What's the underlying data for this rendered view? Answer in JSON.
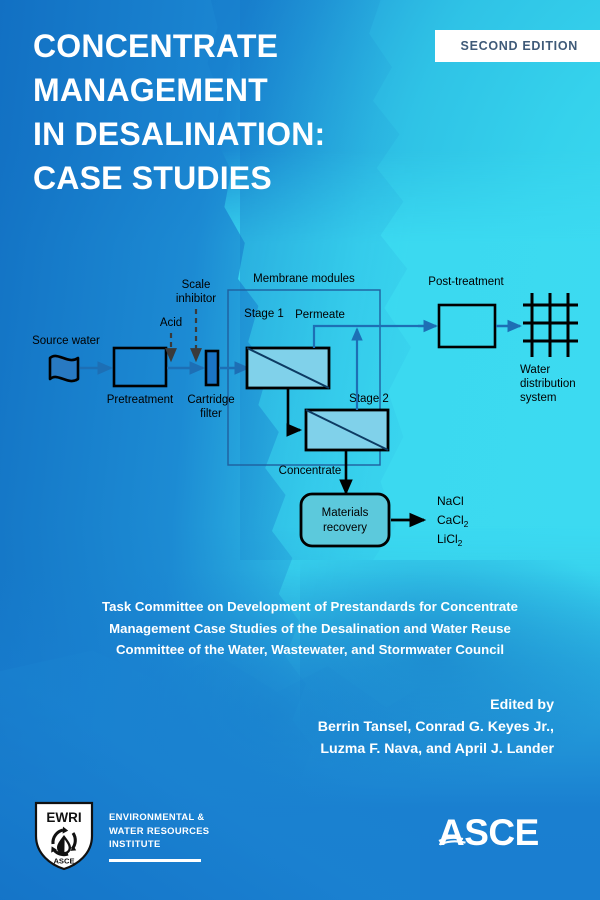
{
  "cover": {
    "edition_badge": "SECOND EDITION",
    "title_lines": [
      "CONCENTRATE",
      "MANAGEMENT",
      "IN DESALINATION:",
      "CASE STUDIES"
    ],
    "committee_lines": [
      "Task Committee on Development of Prestandards for Concentrate",
      "Management Case Studies of the Desalination and Water Reuse",
      "Committee of the Water, Wastewater, and Stormwater Council"
    ],
    "edited_by_label": "Edited by",
    "editor_lines": [
      "Berrin Tansel, Conrad G. Keyes Jr.,",
      "Luzma F. Nava, and April J. Lander"
    ],
    "ewri_logo": {
      "shield_top": "EWRI",
      "shield_bottom": "ASCE",
      "name_lines": [
        "ENVIRONMENTAL &",
        "WATER RESOURCES",
        "INSTITUTE"
      ]
    },
    "publisher_logo": "ASCE",
    "colors": {
      "deep_blue": "#1272c4",
      "mid_blue": "#1a86d2",
      "cyan": "#3bd9f0",
      "bottom_blue": "#1a7fd0",
      "badge_text": "#3f5a78",
      "diagram_stroke": "#000000",
      "diagram_arrow": "#1d6fb5",
      "module_fill": "#7fd0ea",
      "module_fill_dark": "#6fc4e2",
      "box_fill_none": "transparent",
      "recovery_fill": "#57c8da"
    }
  },
  "diagram": {
    "title": "Desalination concentrate management process flow",
    "labels": {
      "source_water": "Source water",
      "pretreatment": "Pretreatment",
      "acid": "Acid",
      "scale_inhibitor_l1": "Scale",
      "scale_inhibitor_l2": "inhibitor",
      "cartridge_filter_l1": "Cartridge",
      "cartridge_filter_l2": "filter",
      "membrane_modules": "Membrane modules",
      "stage_1": "Stage 1",
      "stage_2": "Stage 2",
      "permeate": "Permeate",
      "concentrate": "Concentrate",
      "post_treatment": "Post-treatment",
      "water_distribution_l1": "Water",
      "water_distribution_l2": "distribution",
      "water_distribution_l3": "system",
      "materials_recovery_l1": "Materials",
      "materials_recovery_l2": "recovery",
      "product_1": "NaCl",
      "product_2a": "CaCl",
      "product_2b": "2",
      "product_3a": "LiCl",
      "product_3b": "2"
    }
  }
}
